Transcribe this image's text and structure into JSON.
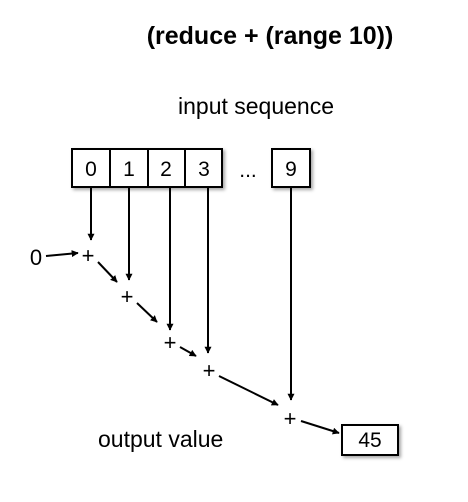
{
  "title": "(reduce + (range 10))",
  "input_label": "input sequence",
  "output_label": "output value",
  "sequence_cells": [
    "0",
    "1",
    "2",
    "3",
    "9"
  ],
  "ellipsis": "...",
  "initial_value": "0",
  "operator": "+",
  "result": "45"
}
